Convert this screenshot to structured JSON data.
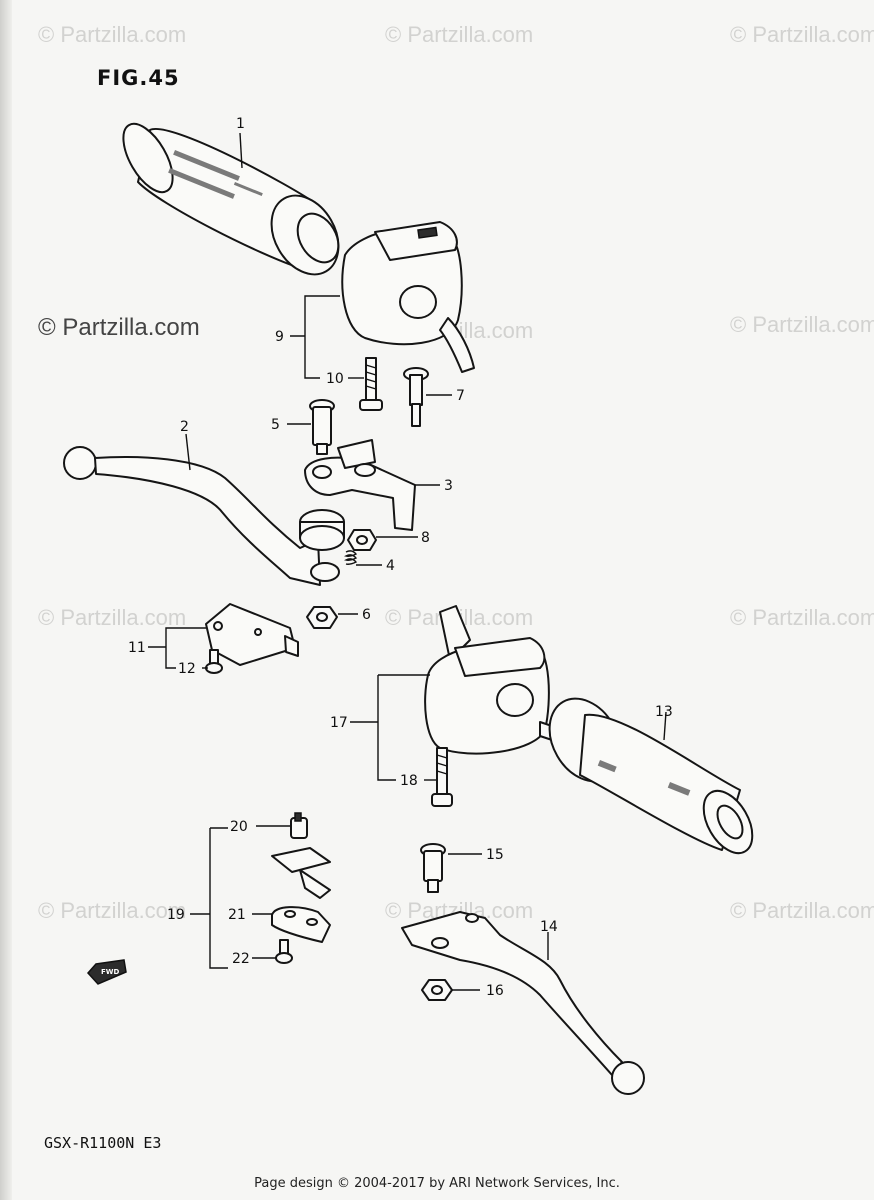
{
  "figure_label": "FIG.45",
  "model_code": "GSX-R1100N E3",
  "footer": "Page design © 2004-2017 by ARI Network Services, Inc.",
  "watermark": "© Partzilla.com",
  "direction_marker": "FWD",
  "parts": {
    "p1": "1",
    "p2": "2",
    "p3": "3",
    "p4": "4",
    "p5": "5",
    "p6": "6",
    "p7": "7",
    "p8": "8",
    "p9": "9",
    "p10": "10",
    "p11": "11",
    "p12": "12",
    "p13": "13",
    "p14": "14",
    "p15": "15",
    "p16": "16",
    "p17": "17",
    "p18": "18",
    "p19": "19",
    "p20": "20",
    "p21": "21",
    "p22": "22"
  }
}
